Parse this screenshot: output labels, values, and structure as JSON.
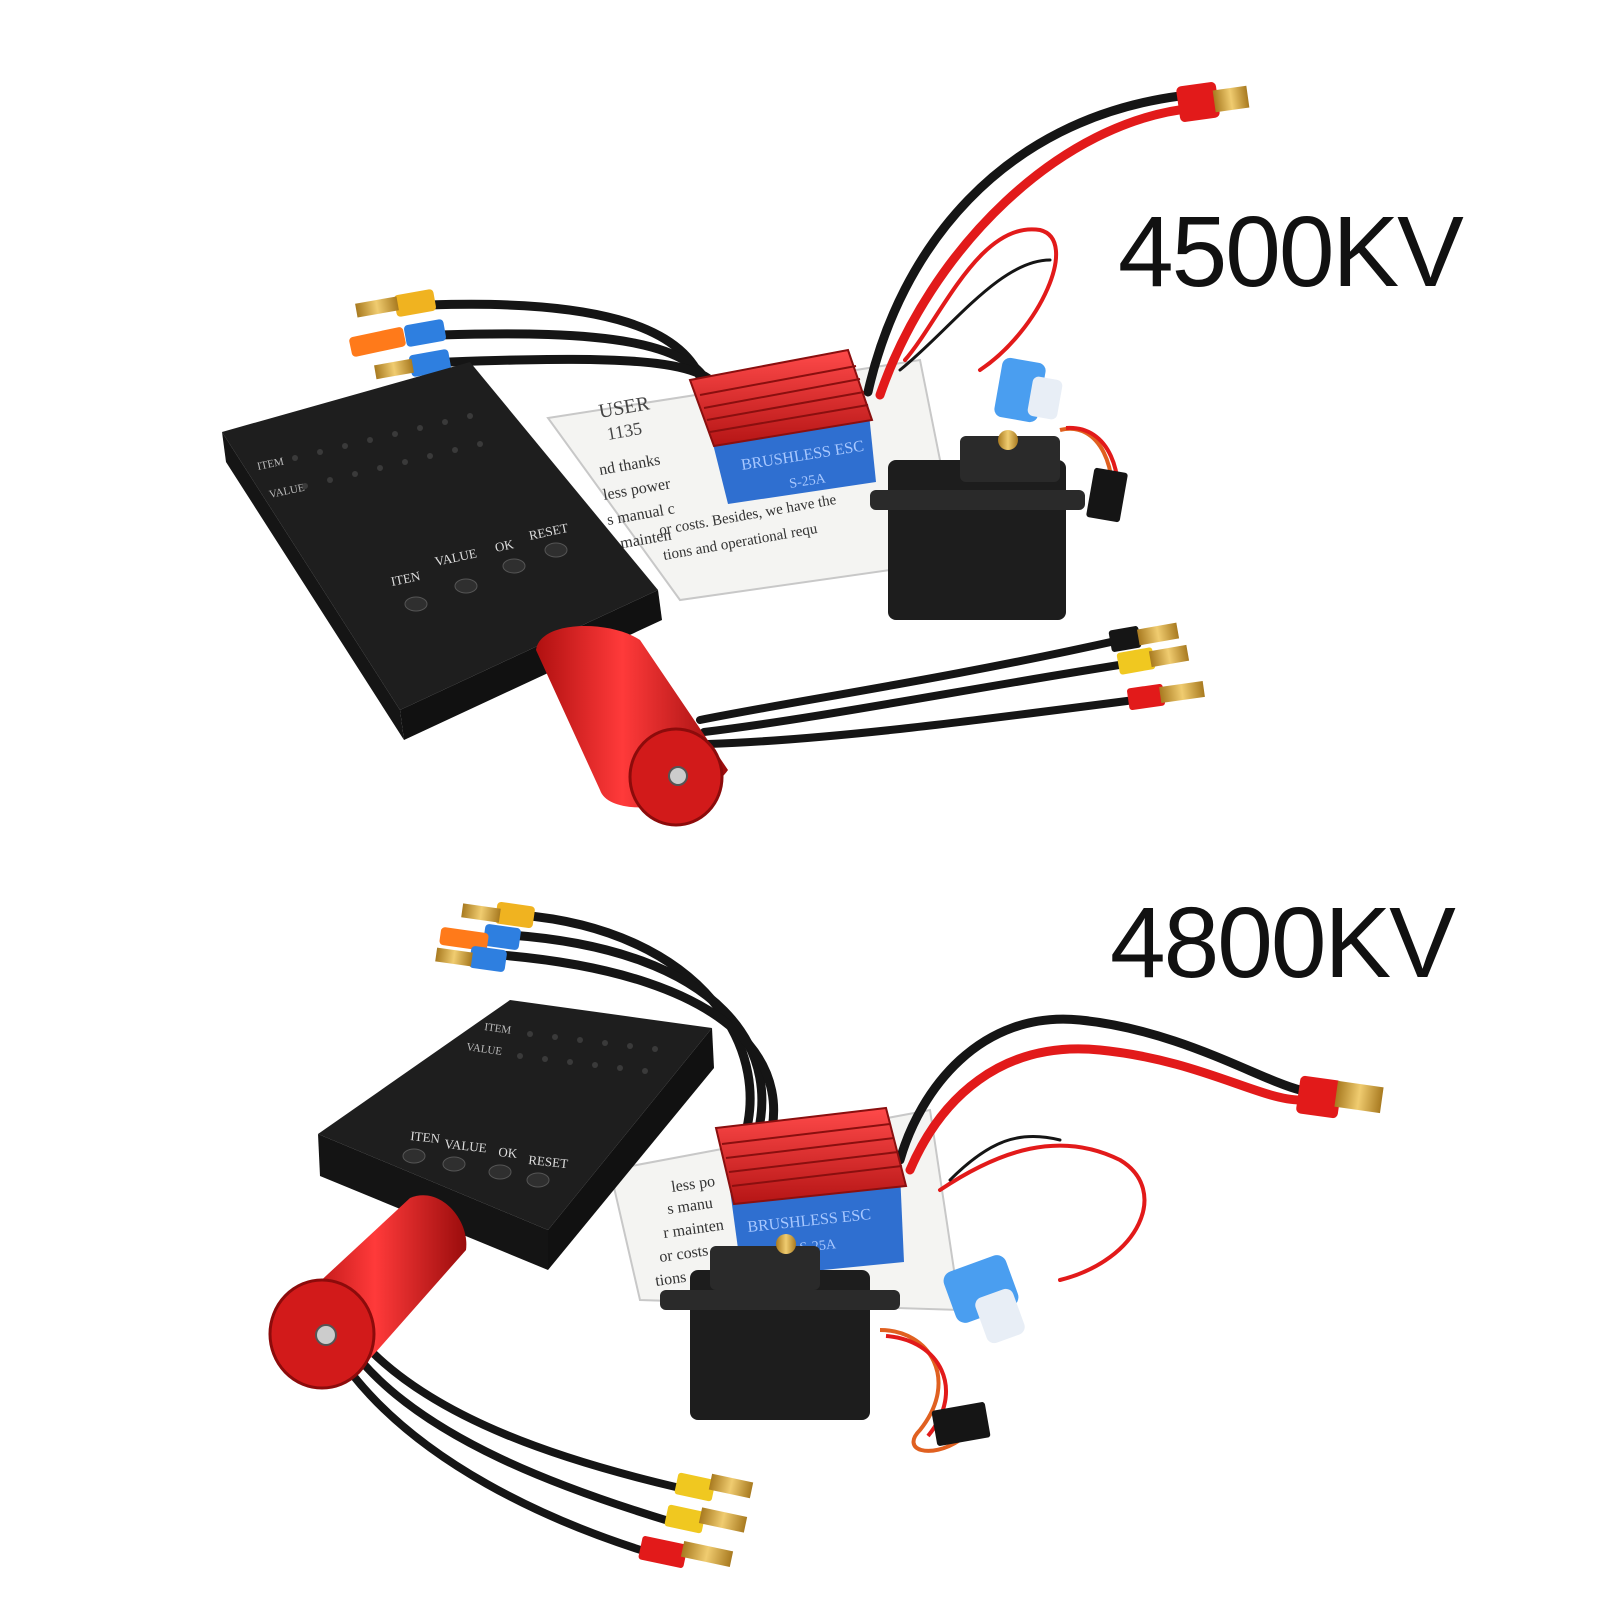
{
  "labels": {
    "top": "4500KV",
    "bottom": "4800KV"
  },
  "programming_card": {
    "row1": "ITEM",
    "row2": "VALUE",
    "buttons": [
      "ITEN",
      "VALUE",
      "OK",
      "RESET"
    ]
  },
  "esc_label": "BRUSHLESS ESC",
  "esc_rating": "S-25A",
  "manual": {
    "lines_top": [
      "USER",
      "1135",
      "nd thanks",
      "less power",
      "s manual c",
      "r mainten",
      "or costs. Besides, we have the",
      "tions and operational requ"
    ],
    "lines_bottom": [
      "less po",
      "s manu",
      "r mainten",
      "or costs",
      "tions a"
    ]
  },
  "colors": {
    "background": "#ffffff",
    "motor_red": "#e01e1e",
    "esc_heatsink": "#d42020",
    "esc_base": "#2f6fd0",
    "card": "#1e1e1e",
    "wire_red": "#e21a1a",
    "wire_black": "#151515",
    "gold": "#d4a43a"
  },
  "icons": [
    "brushless-motor-icon",
    "esc-heatsink-icon",
    "servo-icon",
    "programming-card-icon",
    "t-plug-connector-icon",
    "bullet-connector-icon"
  ]
}
